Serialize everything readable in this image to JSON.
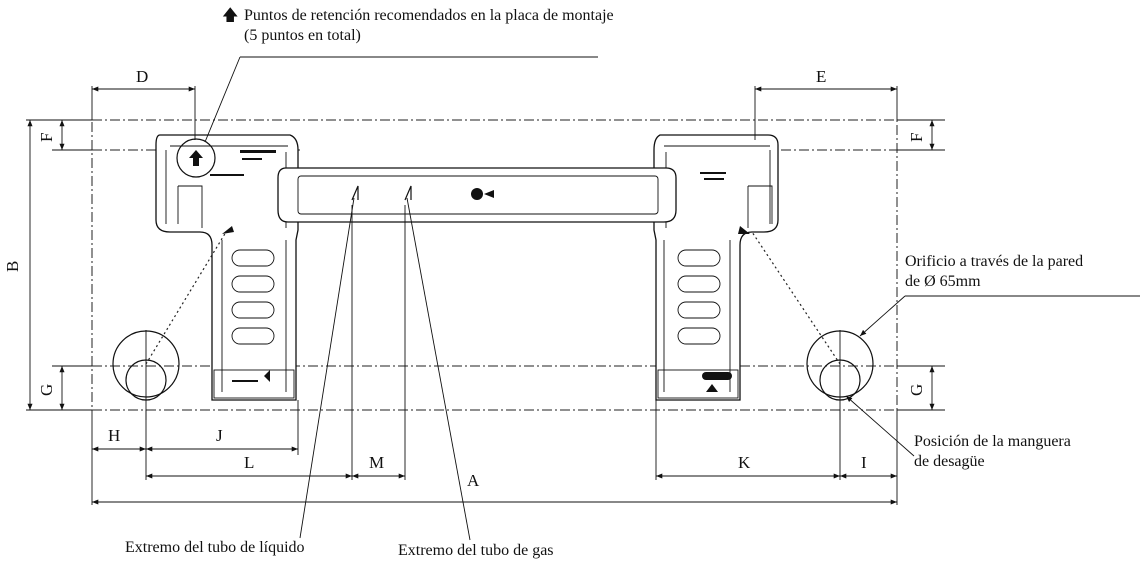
{
  "notes": {
    "retention_arrow": "🡅",
    "retention_line1": "Puntos de retención recomendados en la placa de montaje",
    "retention_line2": "(5 puntos en total)",
    "hole_line1": "Orificio a través de la pared",
    "hole_line2": "de Ø 65mm",
    "drain_line1": "Posición de la manguera",
    "drain_line2": "de desagüe",
    "liquid_pipe": "Extremo del tubo de líquido",
    "gas_pipe": "Extremo del tubo de gas"
  },
  "dimensions": {
    "A": "A",
    "B": "B",
    "D": "D",
    "E": "E",
    "F_left": "F",
    "F_right": "F",
    "G_left": "G",
    "G_right": "G",
    "H": "H",
    "I": "I",
    "J": "J",
    "K": "K",
    "L": "L",
    "M": "M"
  },
  "icons": {
    "retention_point": "up-arrow-icon",
    "center_mark": "drop-arrow-icon"
  }
}
